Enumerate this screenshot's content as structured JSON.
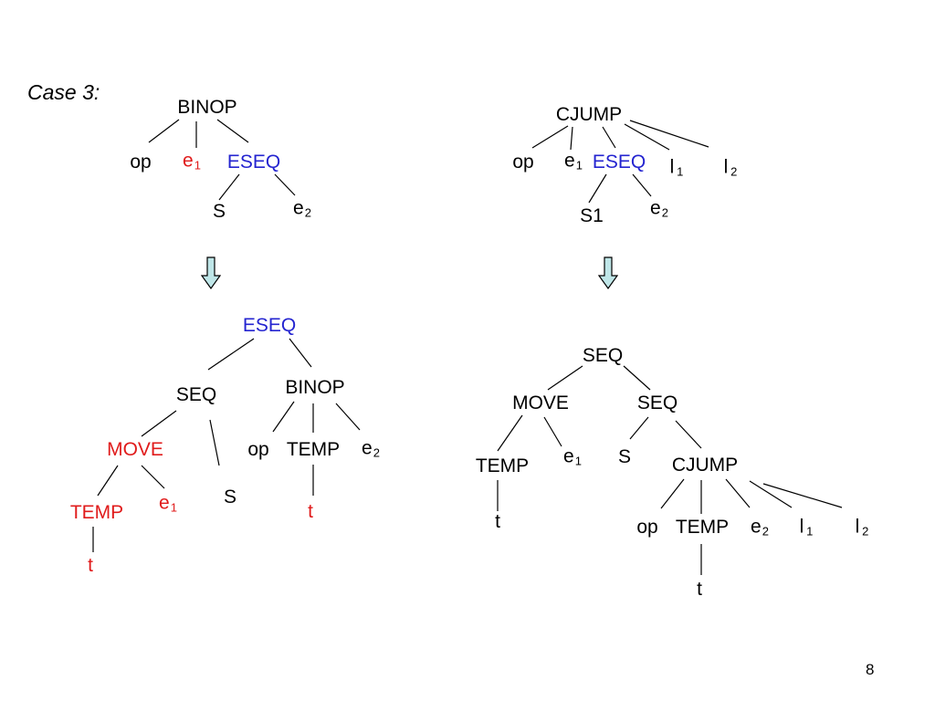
{
  "slide": {
    "case_title": "Case 3:",
    "page_number": "8"
  },
  "colors": {
    "highlight_red": "#e01b1b",
    "highlight_blue": "#2424d0",
    "arrow_fill": "#bfe6e8",
    "line": "#000000"
  },
  "icons": {
    "transform_arrow": "down-arrow-icon"
  },
  "trees": {
    "binop_before": {
      "root": {
        "label": "BINOP"
      },
      "op": {
        "label": "op"
      },
      "e1": {
        "label": "e",
        "sub": "1"
      },
      "eseq": {
        "label": "ESEQ"
      },
      "s": {
        "label": "S"
      },
      "e2": {
        "label": "e",
        "sub": "2"
      }
    },
    "cjump_before": {
      "root": {
        "label": "CJUMP"
      },
      "op": {
        "label": "op"
      },
      "e1": {
        "label": "e",
        "sub": "1"
      },
      "eseq": {
        "label": "ESEQ"
      },
      "l1": {
        "label": "l",
        "sub": "1"
      },
      "l2": {
        "label": "l",
        "sub": "2"
      },
      "s1": {
        "label": "S1"
      },
      "e2": {
        "label": "e",
        "sub": "2"
      }
    },
    "binop_after": {
      "root": {
        "label": "ESEQ"
      },
      "seq": {
        "label": "SEQ"
      },
      "binop": {
        "label": "BINOP"
      },
      "move": {
        "label": "MOVE"
      },
      "s": {
        "label": "S"
      },
      "op": {
        "label": "op"
      },
      "temp_right": {
        "label": "TEMP"
      },
      "e2": {
        "label": "e",
        "sub": "2"
      },
      "temp_left": {
        "label": "TEMP"
      },
      "e1": {
        "label": "e",
        "sub": "1"
      },
      "t_left": {
        "label": "t"
      },
      "t_right": {
        "label": "t"
      }
    },
    "cjump_after": {
      "root": {
        "label": "SEQ"
      },
      "move": {
        "label": "MOVE"
      },
      "seq": {
        "label": "SEQ"
      },
      "temp": {
        "label": "TEMP"
      },
      "e1": {
        "label": "e",
        "sub": "1"
      },
      "s": {
        "label": "S"
      },
      "cjump": {
        "label": "CJUMP"
      },
      "t": {
        "label": "t"
      },
      "op": {
        "label": "op"
      },
      "temp2": {
        "label": "TEMP"
      },
      "e2": {
        "label": "e",
        "sub": "2"
      },
      "l1": {
        "label": "l",
        "sub": "1"
      },
      "l2": {
        "label": "l",
        "sub": "2"
      },
      "t2": {
        "label": "t"
      }
    }
  }
}
